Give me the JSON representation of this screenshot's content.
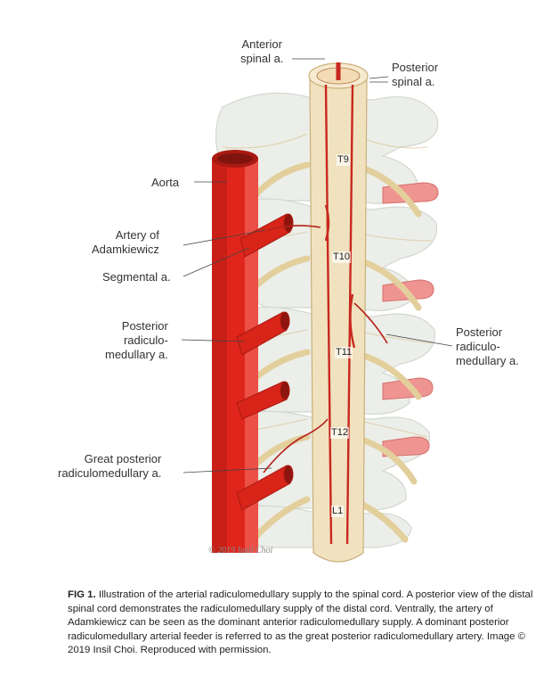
{
  "labels": {
    "anterior_spinal": "Anterior\nspinal a.",
    "posterior_spinal": "Posterior\nspinal a.",
    "aorta": "Aorta",
    "adamkiewicz": "Artery of\nAdamkiewicz",
    "segmental": "Segmental a.",
    "posterior_radiculo_left": "Posterior\nradiculo-\nmedullary a.",
    "posterior_radiculo_right": "Posterior\nradiculo-\nmedullary a.",
    "great_posterior": "Great posterior\nradiculomedullary a."
  },
  "levels": [
    "T9",
    "T10",
    "T11",
    "T12",
    "L1"
  ],
  "credit": "© 2019 Insil Choi",
  "caption": {
    "fig_label": "FIG 1.",
    "text": "Illustration of the arterial radiculomedullary supply to the spinal cord. A posterior view of the distal spinal cord demonstrates the radiculomedullary supply of the distal cord. Ventrally, the artery of Adamkiewicz can be seen as the dominant anterior radiculomedullary supply. A dominant posterior radiculomedullary arterial feeder is referred to as the great posterior radiculomedullary artery. Image © 2019 Insil Choi. Reproduced with permission."
  },
  "colors": {
    "artery": "#e0261c",
    "artery_dark": "#b51a12",
    "bone": "#e9ece6",
    "nerve": "#e8d6a8",
    "cord": "#f1e2bf",
    "rib": "#ef8f8c"
  }
}
